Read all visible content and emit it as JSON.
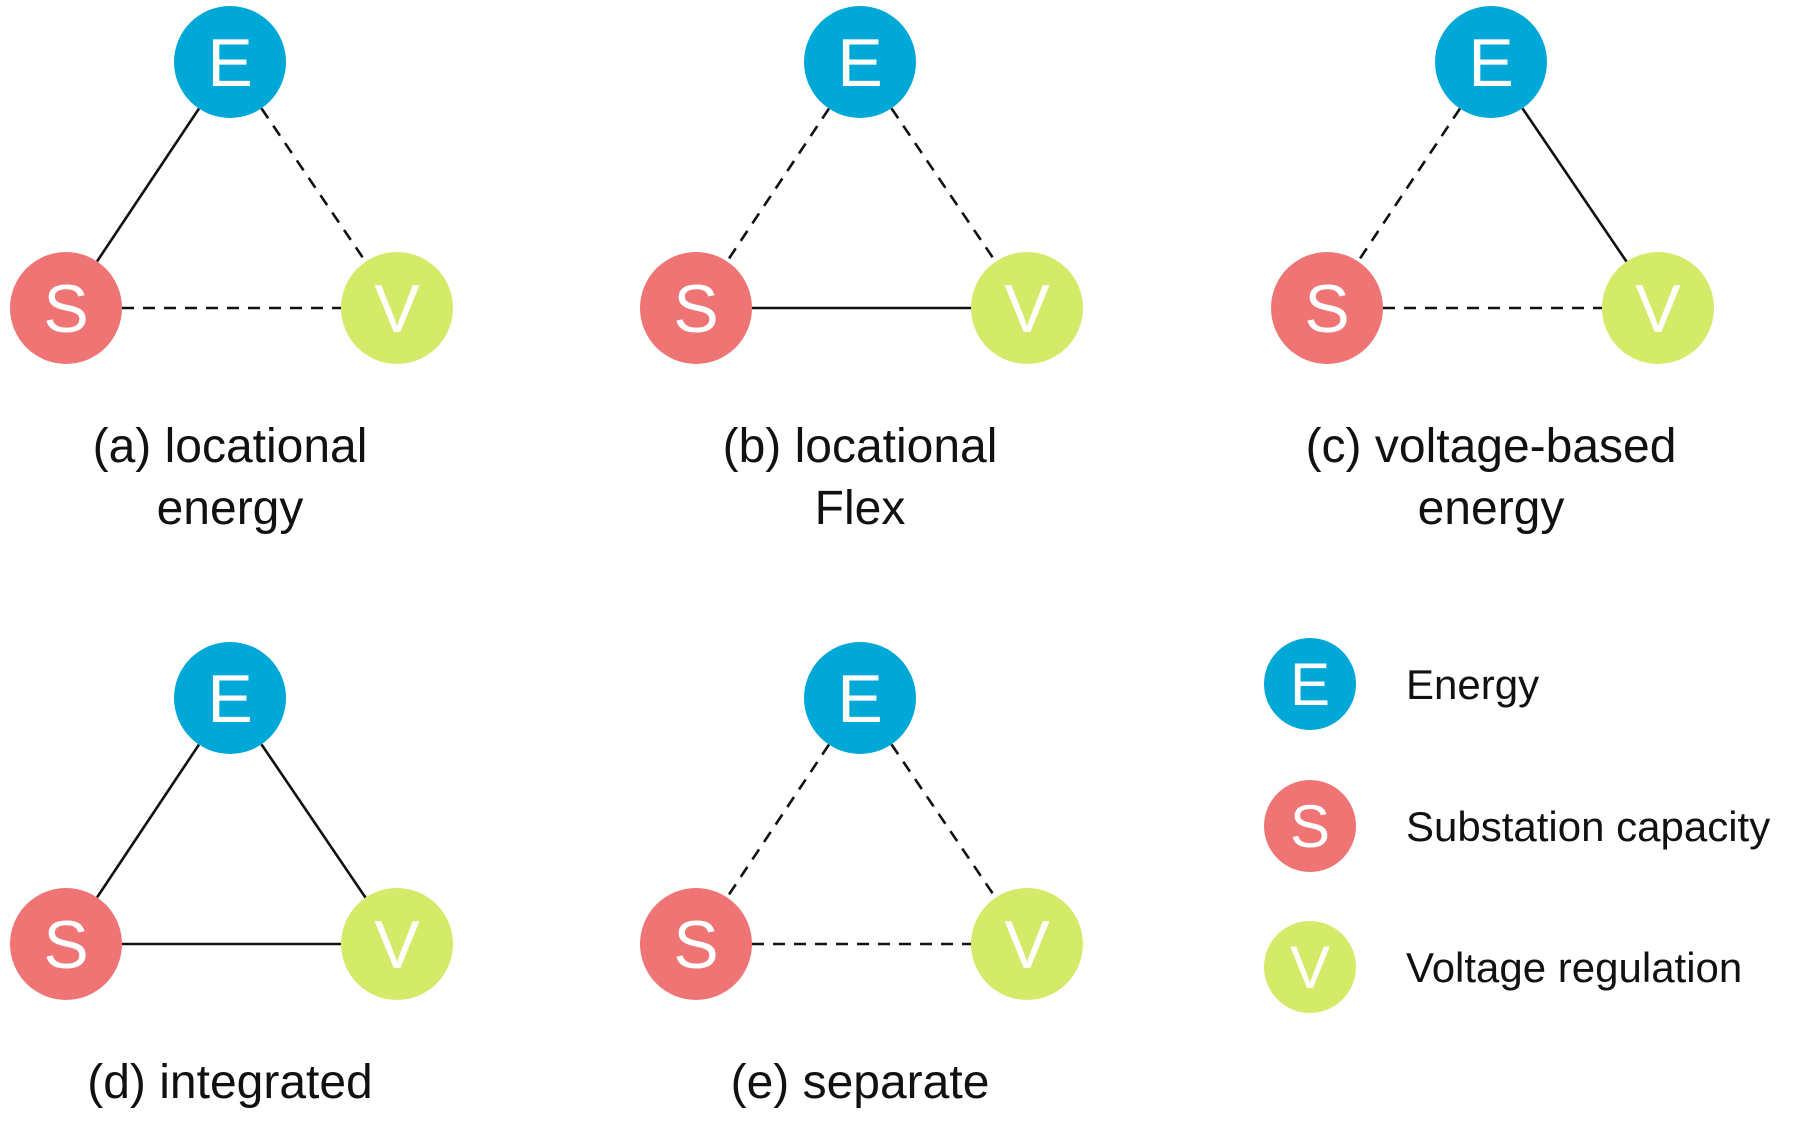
{
  "colors": {
    "E": "#00A8D8",
    "S": "#EF7474",
    "V": "#D3EB68",
    "line": "#111111",
    "text": "#111111"
  },
  "node_letters": {
    "E": "E",
    "S": "S",
    "V": "V"
  },
  "panels": [
    {
      "id": "a",
      "caption": [
        "(a) locational",
        "energy"
      ],
      "edges": {
        "E-S": "solid",
        "E-V": "dashed",
        "S-V": "dashed"
      }
    },
    {
      "id": "b",
      "caption": [
        "(b) locational",
        "Flex"
      ],
      "edges": {
        "E-S": "dashed",
        "E-V": "dashed",
        "S-V": "solid"
      }
    },
    {
      "id": "c",
      "caption": [
        "(c) voltage-based",
        "energy"
      ],
      "edges": {
        "E-S": "dashed",
        "E-V": "solid",
        "S-V": "dashed"
      }
    },
    {
      "id": "d",
      "caption": [
        "(d) integrated"
      ],
      "edges": {
        "E-S": "solid",
        "E-V": "solid",
        "S-V": "solid"
      }
    },
    {
      "id": "e",
      "caption": [
        "(e) separate"
      ],
      "edges": {
        "E-S": "dashed",
        "E-V": "dashed",
        "S-V": "dashed"
      }
    }
  ],
  "legend": [
    {
      "key": "E",
      "label": "Energy"
    },
    {
      "key": "S",
      "label": "Substation capacity"
    },
    {
      "key": "V",
      "label": "Voltage regulation"
    }
  ]
}
